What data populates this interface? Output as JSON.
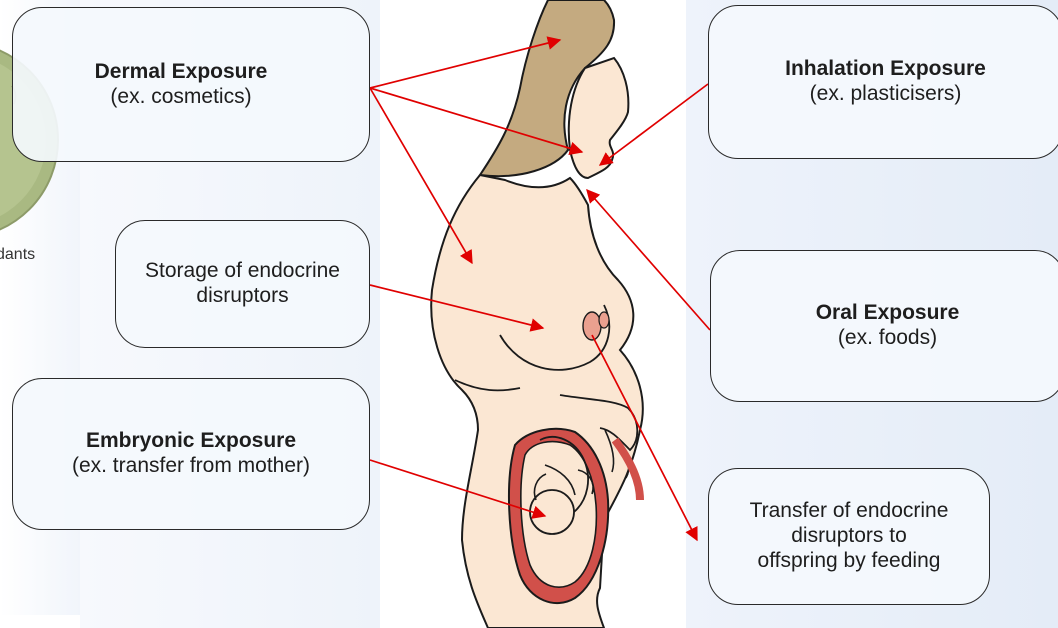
{
  "labels": {
    "dermal": {
      "title_bold": "Dermal Exposure",
      "example": "(ex. cosmetics)"
    },
    "inhalation": {
      "title_part": "Inhalation",
      "title_bold": "Exposure",
      "example": "(ex. plasticisers)"
    },
    "storage": {
      "line1_bold": "Storage",
      "line1_rest": " of endocrine",
      "line2": "disruptors"
    },
    "oral": {
      "title_part": "Oral",
      "title_bold": "Exposure",
      "example_pre": "(ex. ",
      "example_bold": "foods",
      "example_post": ")"
    },
    "embryonic": {
      "title_bold": "Embryonic",
      "title_rest": " Exposure",
      "example": "(ex. transfer from mother)"
    },
    "transfer": {
      "line1": "Transfer of endocrine",
      "line2": "disruptors to",
      "line3_pre": "offspring by ",
      "line3_bold": "feeding"
    }
  },
  "fragment_text": "dants",
  "colors": {
    "arrow": "#e00000",
    "skin": "#fbe7d3",
    "hair": "#c4aa80",
    "uterus": "#d1504a",
    "nipple": "#eaa08f",
    "green_disc": "#aebd86"
  },
  "icons": [
    "green-disc-icon",
    "woman-illustration",
    "fetus-illustration"
  ]
}
